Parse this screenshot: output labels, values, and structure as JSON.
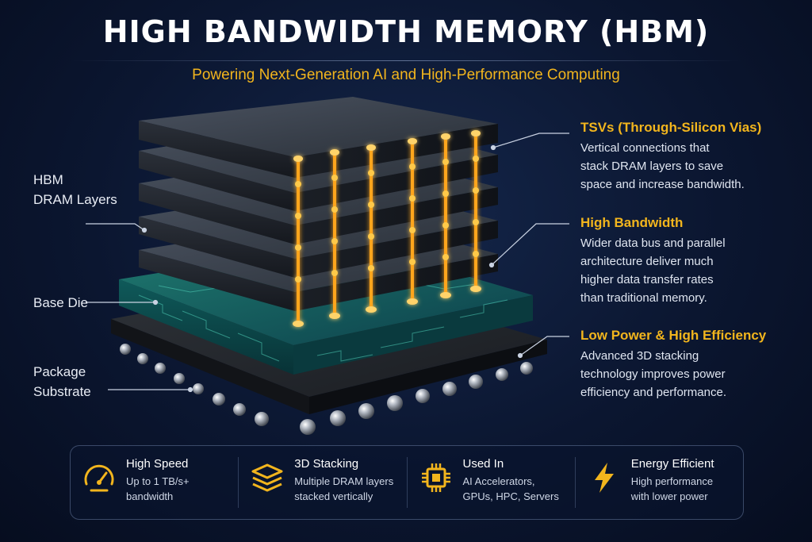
{
  "header": {
    "title": "HIGH BANDWIDTH MEMORY (HBM)",
    "subtitle": "Powering Next-Generation AI and High-Performance Computing"
  },
  "left_labels": {
    "dram_line1": "HBM",
    "dram_line2": "DRAM Layers",
    "base_die": "Base Die",
    "substrate_line1": "Package",
    "substrate_line2": "Substrate"
  },
  "callouts": [
    {
      "title": "TSVs (Through-Silicon Vias)",
      "lines": [
        "Vertical connections that",
        "stack DRAM layers to save",
        "space and increase bandwidth."
      ]
    },
    {
      "title": "High Bandwidth",
      "lines": [
        "Wider data bus and parallel",
        "architecture deliver much",
        "higher data transfer rates",
        "than traditional memory."
      ]
    },
    {
      "title": "Low Power & High Efficiency",
      "lines": [
        "Advanced 3D stacking",
        "technology improves power",
        "efficiency and performance."
      ]
    }
  ],
  "features": [
    {
      "icon": "speedometer-icon",
      "title": "High Speed",
      "lines": [
        "Up to 1 TB/s+",
        "bandwidth"
      ]
    },
    {
      "icon": "stacked-layers-icon",
      "title": "3D Stacking",
      "lines": [
        "Multiple DRAM layers",
        "stacked vertically"
      ]
    },
    {
      "icon": "chip-icon",
      "title": "Used In",
      "lines": [
        "AI Accelerators,",
        "GPUs, HPC, Servers"
      ]
    },
    {
      "icon": "lightning-bolt-icon",
      "title": "Energy Efficient",
      "lines": [
        "High performance",
        "with lower power"
      ]
    }
  ],
  "colors": {
    "accent": "#f2b51d",
    "background": "#0b1630",
    "tsv_glow": "#ffb020",
    "base_die": "#0f4a4a"
  }
}
